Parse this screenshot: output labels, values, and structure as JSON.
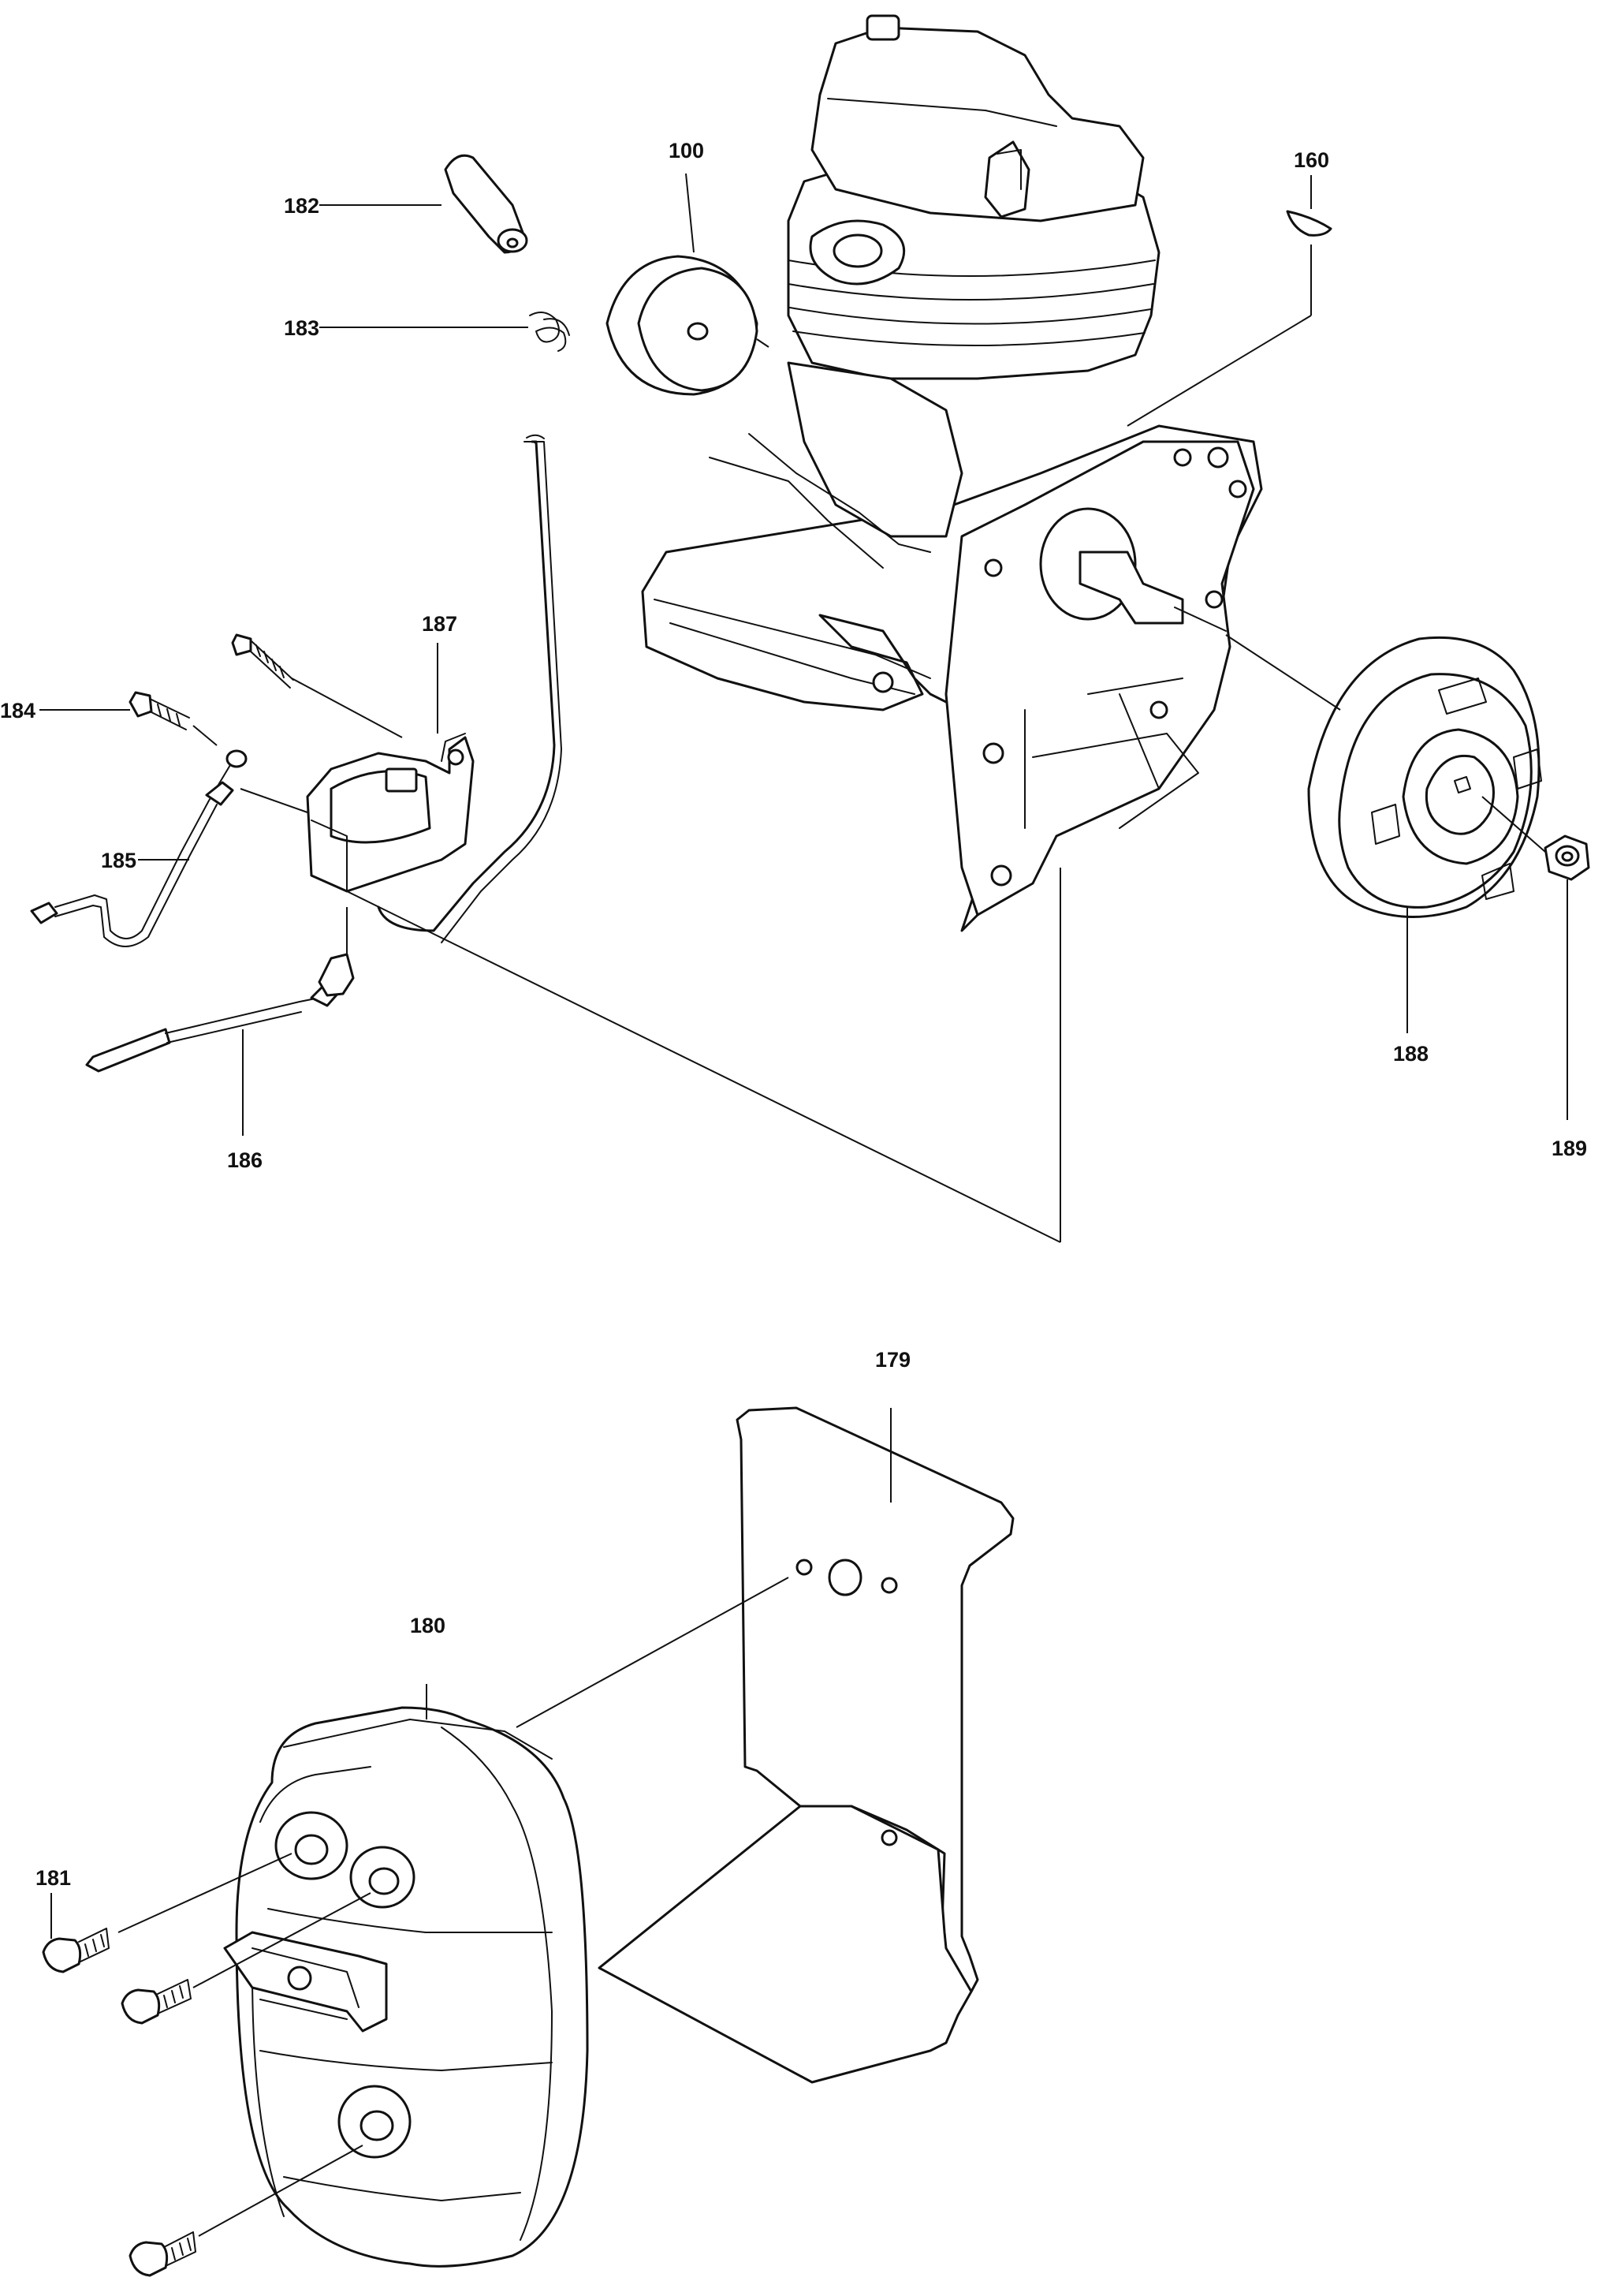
{
  "callouts": {
    "c100": "100",
    "c160": "160",
    "c179": "179",
    "c180": "180",
    "c181": "181",
    "c182": "182",
    "c183": "183",
    "c184": "184",
    "c185": "185",
    "c186": "186",
    "c187": "187",
    "c188": "188",
    "c189": "189"
  }
}
